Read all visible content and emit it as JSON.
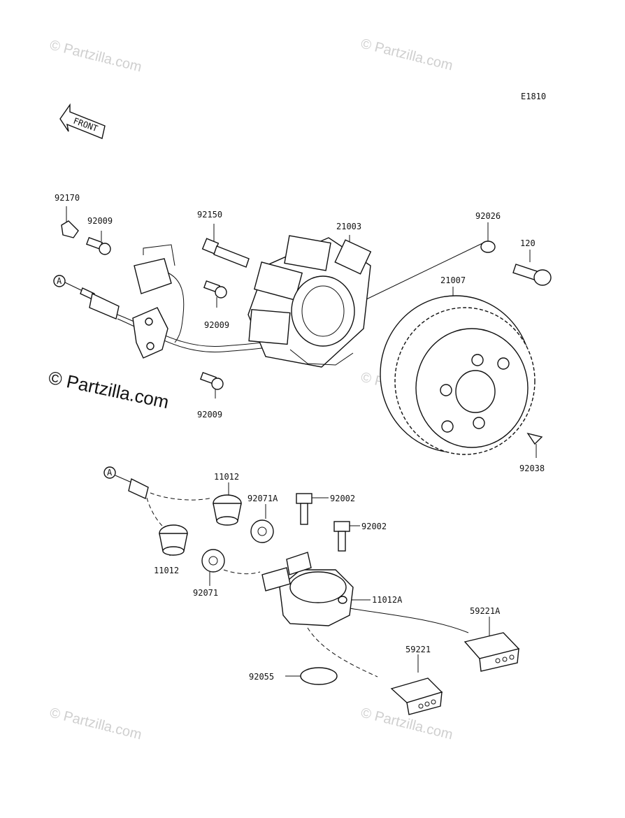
{
  "diagram_code": "E1810",
  "front_label": "FRONT",
  "ref_marker": "A",
  "watermark": "© Partzilla.com",
  "callouts": {
    "p92170": "92170",
    "p92009a": "92009",
    "p92150": "92150",
    "p21003": "21003",
    "p92026": "92026",
    "p120": "120",
    "p21007": "21007",
    "p92009b": "92009",
    "p92009c": "92009",
    "p92038": "92038",
    "p11012a": "11012",
    "p92071A": "92071A",
    "p92002a": "92002",
    "p92002b": "92002",
    "p11012b": "11012",
    "p92071": "92071",
    "p11012A": "11012A",
    "p59221A": "59221A",
    "p59221": "59221",
    "p92055": "92055"
  }
}
